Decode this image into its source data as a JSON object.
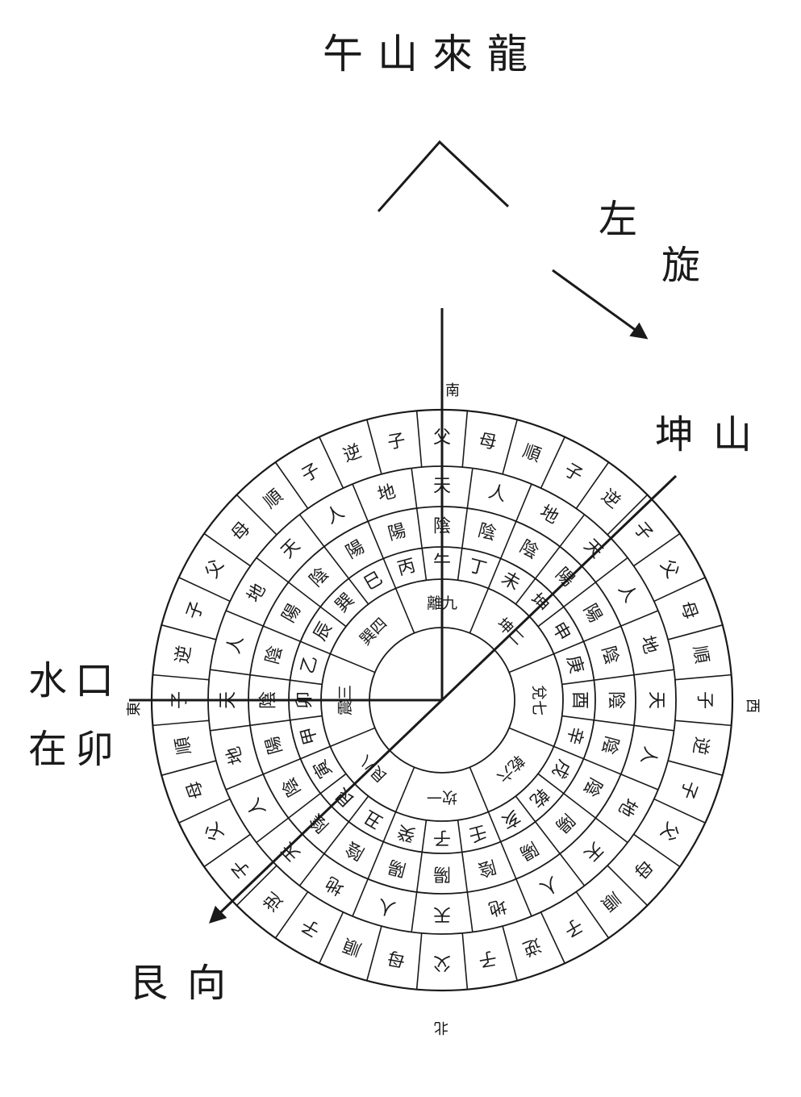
{
  "annotations": {
    "title": "午山來龍",
    "rotation_1": "左",
    "rotation_2": "旋",
    "mountain": "坤山",
    "water_1": "水口",
    "water_2": "在卯",
    "facing": "艮向"
  },
  "directions": {
    "south": "南",
    "east": "東",
    "west": "西",
    "north": "北"
  },
  "rings": {
    "outer": [
      "父",
      "母",
      "順",
      "子",
      "逆",
      "子",
      "父",
      "母",
      "順",
      "子",
      "逆",
      "子",
      "父",
      "母",
      "順",
      "子",
      "逆",
      "子",
      "父",
      "母",
      "順",
      "子",
      "逆",
      "子",
      "父",
      "母",
      "順",
      "子",
      "逆",
      "子",
      "父",
      "母",
      "順",
      "子",
      "逆",
      "子"
    ],
    "cosmic": [
      "天",
      "人",
      "地",
      "天",
      "人",
      "地",
      "天",
      "人",
      "地",
      "天",
      "人",
      "地",
      "天",
      "人",
      "地",
      "天",
      "人",
      "地",
      "天",
      "人",
      "地",
      "天",
      "人",
      "地"
    ],
    "yinyang": [
      "陰",
      "陰",
      "陰",
      "陽",
      "陽",
      "陰",
      "陰",
      "陰",
      "陰",
      "陽",
      "陽",
      "陰",
      "陽",
      "陽",
      "陰",
      "陰",
      "陰",
      "陽",
      "陰",
      "陰",
      "陽",
      "陰",
      "陽",
      "陽"
    ],
    "mountains": [
      "午",
      "丁",
      "未",
      "坤",
      "申",
      "庚",
      "酉",
      "辛",
      "戌",
      "乾",
      "亥",
      "壬",
      "子",
      "癸",
      "丑",
      "艮",
      "寅",
      "甲",
      "卯",
      "乙",
      "辰",
      "巽",
      "巳",
      "丙"
    ],
    "trigrams": [
      "離九",
      "坤二",
      "兌七",
      "乾六",
      "坎一",
      "艮八",
      "震三",
      "巽四"
    ]
  },
  "colors": {
    "ink": "#1a1a1a",
    "paper": "#ffffff"
  }
}
